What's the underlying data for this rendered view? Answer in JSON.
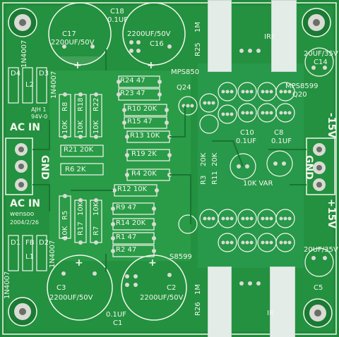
{
  "labels": {
    "ac_in_top": "AC IN",
    "ac_in_bottom": "AC IN",
    "gnd_left": "GND",
    "gnd_right": "GND",
    "c17": "C17",
    "c17_val": "2200UF/50V",
    "c16": "C16",
    "c16_val": "2200UF/50V",
    "c18": "C18",
    "c18_val": "0.1UF",
    "c3": "C3",
    "c3_val": "2200UF/50V",
    "c2": "C2",
    "c2_val": "2200UF/50V",
    "c1": "C1",
    "c1_val": "0.1UF",
    "c14": "C14",
    "c14_val": "20UF/35V",
    "c5": "C5",
    "c5_val": "20UF/35V",
    "r25": "R25",
    "r25_val": "1M",
    "r26": "R26",
    "r26_val": "1M",
    "d4": "D4",
    "d3": "D3",
    "d1": "D1",
    "d2": "D2",
    "l2": "L2",
    "l1": "L1",
    "fb": "FB",
    "in4007_a": "1N4007",
    "in4007_b": "1N4007",
    "in4007_c": "1N4007",
    "in4007_d": "1N4007",
    "ajh": "AJH 1",
    "rating": "94V-0",
    "r24": "R24 47",
    "r23": "R23 47",
    "r10": "R10 20K",
    "r15": "R15 47",
    "r13": "R13 10K",
    "r19": "R19 2K",
    "r4": "R4 20K",
    "r12": "R12 10K",
    "r9": "R9 47",
    "r14": "R14 20K",
    "r1": "R1 47",
    "r2": "R2 47",
    "r8": "R8",
    "r18": "R18",
    "r22": "R22",
    "r21": "R21 20K",
    "r6": "R6 2K",
    "r5": "R5",
    "r17": "R17",
    "r7": "R7",
    "r3": "R3",
    "r11": "R11",
    "k10_a": "10K",
    "k10_b": "10K",
    "k10_c": "10K",
    "k10_d": "10K",
    "k10_e": "10K",
    "k10_f": "10K",
    "k20_a": "20K",
    "k20_b": "20K",
    "mps850": "MPS850",
    "mps8599": "MPS8599",
    "q20": "Q20",
    "q24": "Q24",
    "s8599": "S8599",
    "c10": "C10",
    "c8": "C8",
    "c10_val": "0.1UF",
    "c8_val": "0.1UF",
    "var": "10K VAR",
    "v15_top": "-15V",
    "v15_bottom": "+15V",
    "wens": "wensoo",
    "date": "2004/2/26",
    "irf_top": "IRF",
    "irf_bottom": "IR",
    "plus": "+"
  },
  "colors": {
    "board": "#1f8a3a",
    "copper_mask": "#2ea24c",
    "silk": "#f4f7ee",
    "pad": "#d9dcd4",
    "hole": "#6b6f66",
    "tape": "#e4ece8"
  }
}
